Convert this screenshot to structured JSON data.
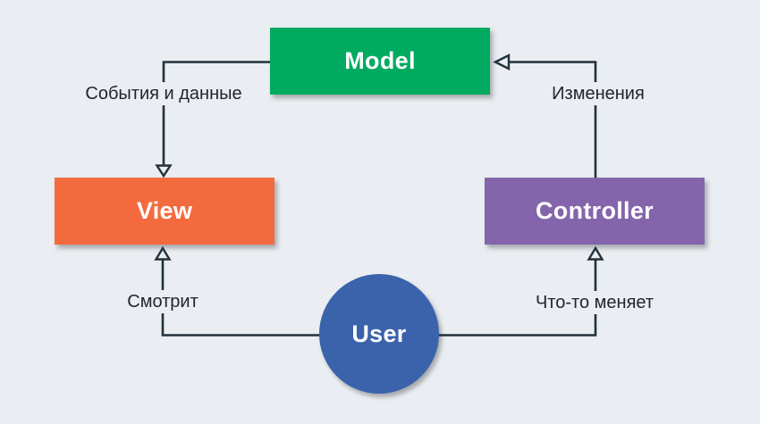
{
  "canvas": {
    "background": "#eaedf1",
    "line_color": "#22313c",
    "edge_label_color": "#21262c"
  },
  "nodes": {
    "model": {
      "label": "Model",
      "shape": "rect",
      "color": "#00ab60",
      "text_color": "#ffffff"
    },
    "view": {
      "label": "View",
      "shape": "rect",
      "color": "#f46a3f",
      "text_color": "#ffffff"
    },
    "controller": {
      "label": "Controller",
      "shape": "rect",
      "color": "#8465ab",
      "text_color": "#ffffff"
    },
    "user": {
      "label": "User",
      "shape": "circle",
      "color": "#3a63ac",
      "text_color": "#ffffff"
    }
  },
  "edges": {
    "model_to_view": {
      "from": "Model",
      "to": "View",
      "label": "События и данные"
    },
    "controller_to_model": {
      "from": "Controller",
      "to": "Model",
      "label": "Изменения"
    },
    "user_to_view": {
      "from": "User",
      "to": "View",
      "label": "Смотрит"
    },
    "user_to_controller": {
      "from": "User",
      "to": "Controller",
      "label": "Что-то меняет"
    }
  }
}
